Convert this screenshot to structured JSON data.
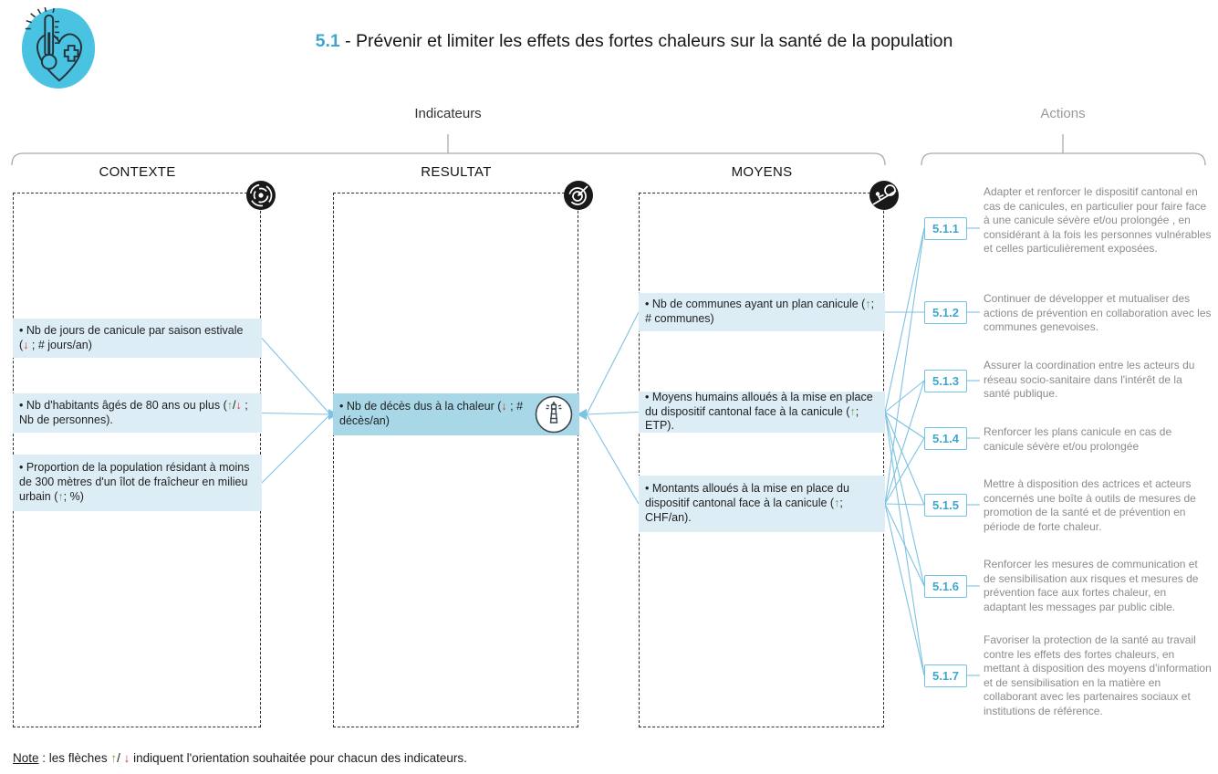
{
  "header": {
    "code": "5.1",
    "title": " - Prévenir et limiter les effets des fortes chaleurs sur la santé de la population",
    "logo_icon": "thermometer-heart-logo"
  },
  "group_labels": {
    "indicators": "Indicateurs",
    "actions": "Actions"
  },
  "columns": [
    {
      "id": "contexte",
      "header": "CONTEXTE",
      "icon": "target-rings-icon",
      "items": [
        {
          "text": "• Nb de jours de canicule par saison estivale (↓ ; # jours/an)",
          "highlight": "light"
        },
        {
          "text": "• Nb d'habitants âgés de 80 ans ou plus (↑/↓ ; Nb de personnes).",
          "highlight": "light"
        },
        {
          "text": "• Proportion de la population résidant à moins de 300 mètres d'un îlot de fraîcheur en milieu urbain (↑; %)",
          "highlight": "light"
        }
      ]
    },
    {
      "id": "resultat",
      "header": "RESULTAT",
      "icon": "goal-target-arrow-icon",
      "items": [
        {
          "text": "• Nb de décès dus à la chaleur (↓ ; # décès/an)",
          "highlight": "strong",
          "badge": "lighthouse-icon"
        }
      ]
    },
    {
      "id": "moyens",
      "header": "MOYENS",
      "icon": "effort-push-icon",
      "items": [
        {
          "text": "• Nb de communes ayant un plan canicule (↑; # communes)",
          "highlight": "light"
        },
        {
          "text": "• Moyens humains alloués à la mise en place du dispositif cantonal face à la canicule (↑; ETP).",
          "highlight": "light"
        },
        {
          "text": "• Montants alloués à la mise en place du dispositif cantonal face à la canicule (↑; CHF/an).",
          "highlight": "light"
        }
      ]
    }
  ],
  "actions": [
    {
      "code": "5.1.1",
      "text": "Adapter et renforcer le dispositif cantonal en cas de canicules, en particulier pour faire face à une canicule sévère et/ou prolongée , en considérant à la fois les personnes vulnérables et celles particulièrement exposées."
    },
    {
      "code": "5.1.2",
      "text": "Continuer de développer et mutualiser des actions de prévention en collaboration avec les communes genevoises."
    },
    {
      "code": "5.1.3",
      "text": "Assurer la coordination entre les acteurs du réseau socio-sanitaire dans l'intérêt de la santé publique."
    },
    {
      "code": "5.1.4",
      "text": "Renforcer les plans canicule en cas de canicule sévère et/ou prolongée"
    },
    {
      "code": "5.1.5",
      "text": "Mettre à disposition des actrices et acteurs concernés une boîte à outils de mesures de promotion de la santé et de prévention en période de forte chaleur."
    },
    {
      "code": "5.1.6",
      "text": "Renforcer les mesures de communication et de sensibilisation aux risques et mesures de prévention face aux fortes chaleur, en adaptant les messages par public cible."
    },
    {
      "code": "5.1.7",
      "text": "Favoriser la protection de la santé au travail contre les effets des fortes chaleurs, en mettant à disposition des moyens d'information et de sensibilisation en la matière en collaborant avec les partenaires sociaux et institutions de référence."
    }
  ],
  "edges": {
    "contexte_to_resultat": [
      [
        0,
        0
      ],
      [
        1,
        0
      ],
      [
        2,
        0
      ]
    ],
    "moyens_to_resultat": [
      [
        0,
        0
      ],
      [
        1,
        0
      ],
      [
        2,
        0
      ]
    ],
    "moyens_to_actions": [
      [
        0,
        1
      ],
      [
        1,
        0
      ],
      [
        1,
        2
      ],
      [
        1,
        3
      ],
      [
        1,
        4
      ],
      [
        1,
        5
      ],
      [
        1,
        6
      ],
      [
        2,
        0
      ],
      [
        2,
        2
      ],
      [
        2,
        3
      ],
      [
        2,
        4
      ],
      [
        2,
        5
      ],
      [
        2,
        6
      ]
    ]
  },
  "note": {
    "label": "Note",
    "text": " : les flèches ↑/ ↓ indiquent l'orientation souhaitée pour chacun des indicateurs."
  },
  "colors": {
    "accent": "#3fa7cf",
    "line": "#7cc3e4",
    "band": "#dcedf6",
    "bandStrong": "#a8d8e8",
    "green": "#6aa84f",
    "red": "#d63426",
    "logo": "#4ac3e3"
  }
}
